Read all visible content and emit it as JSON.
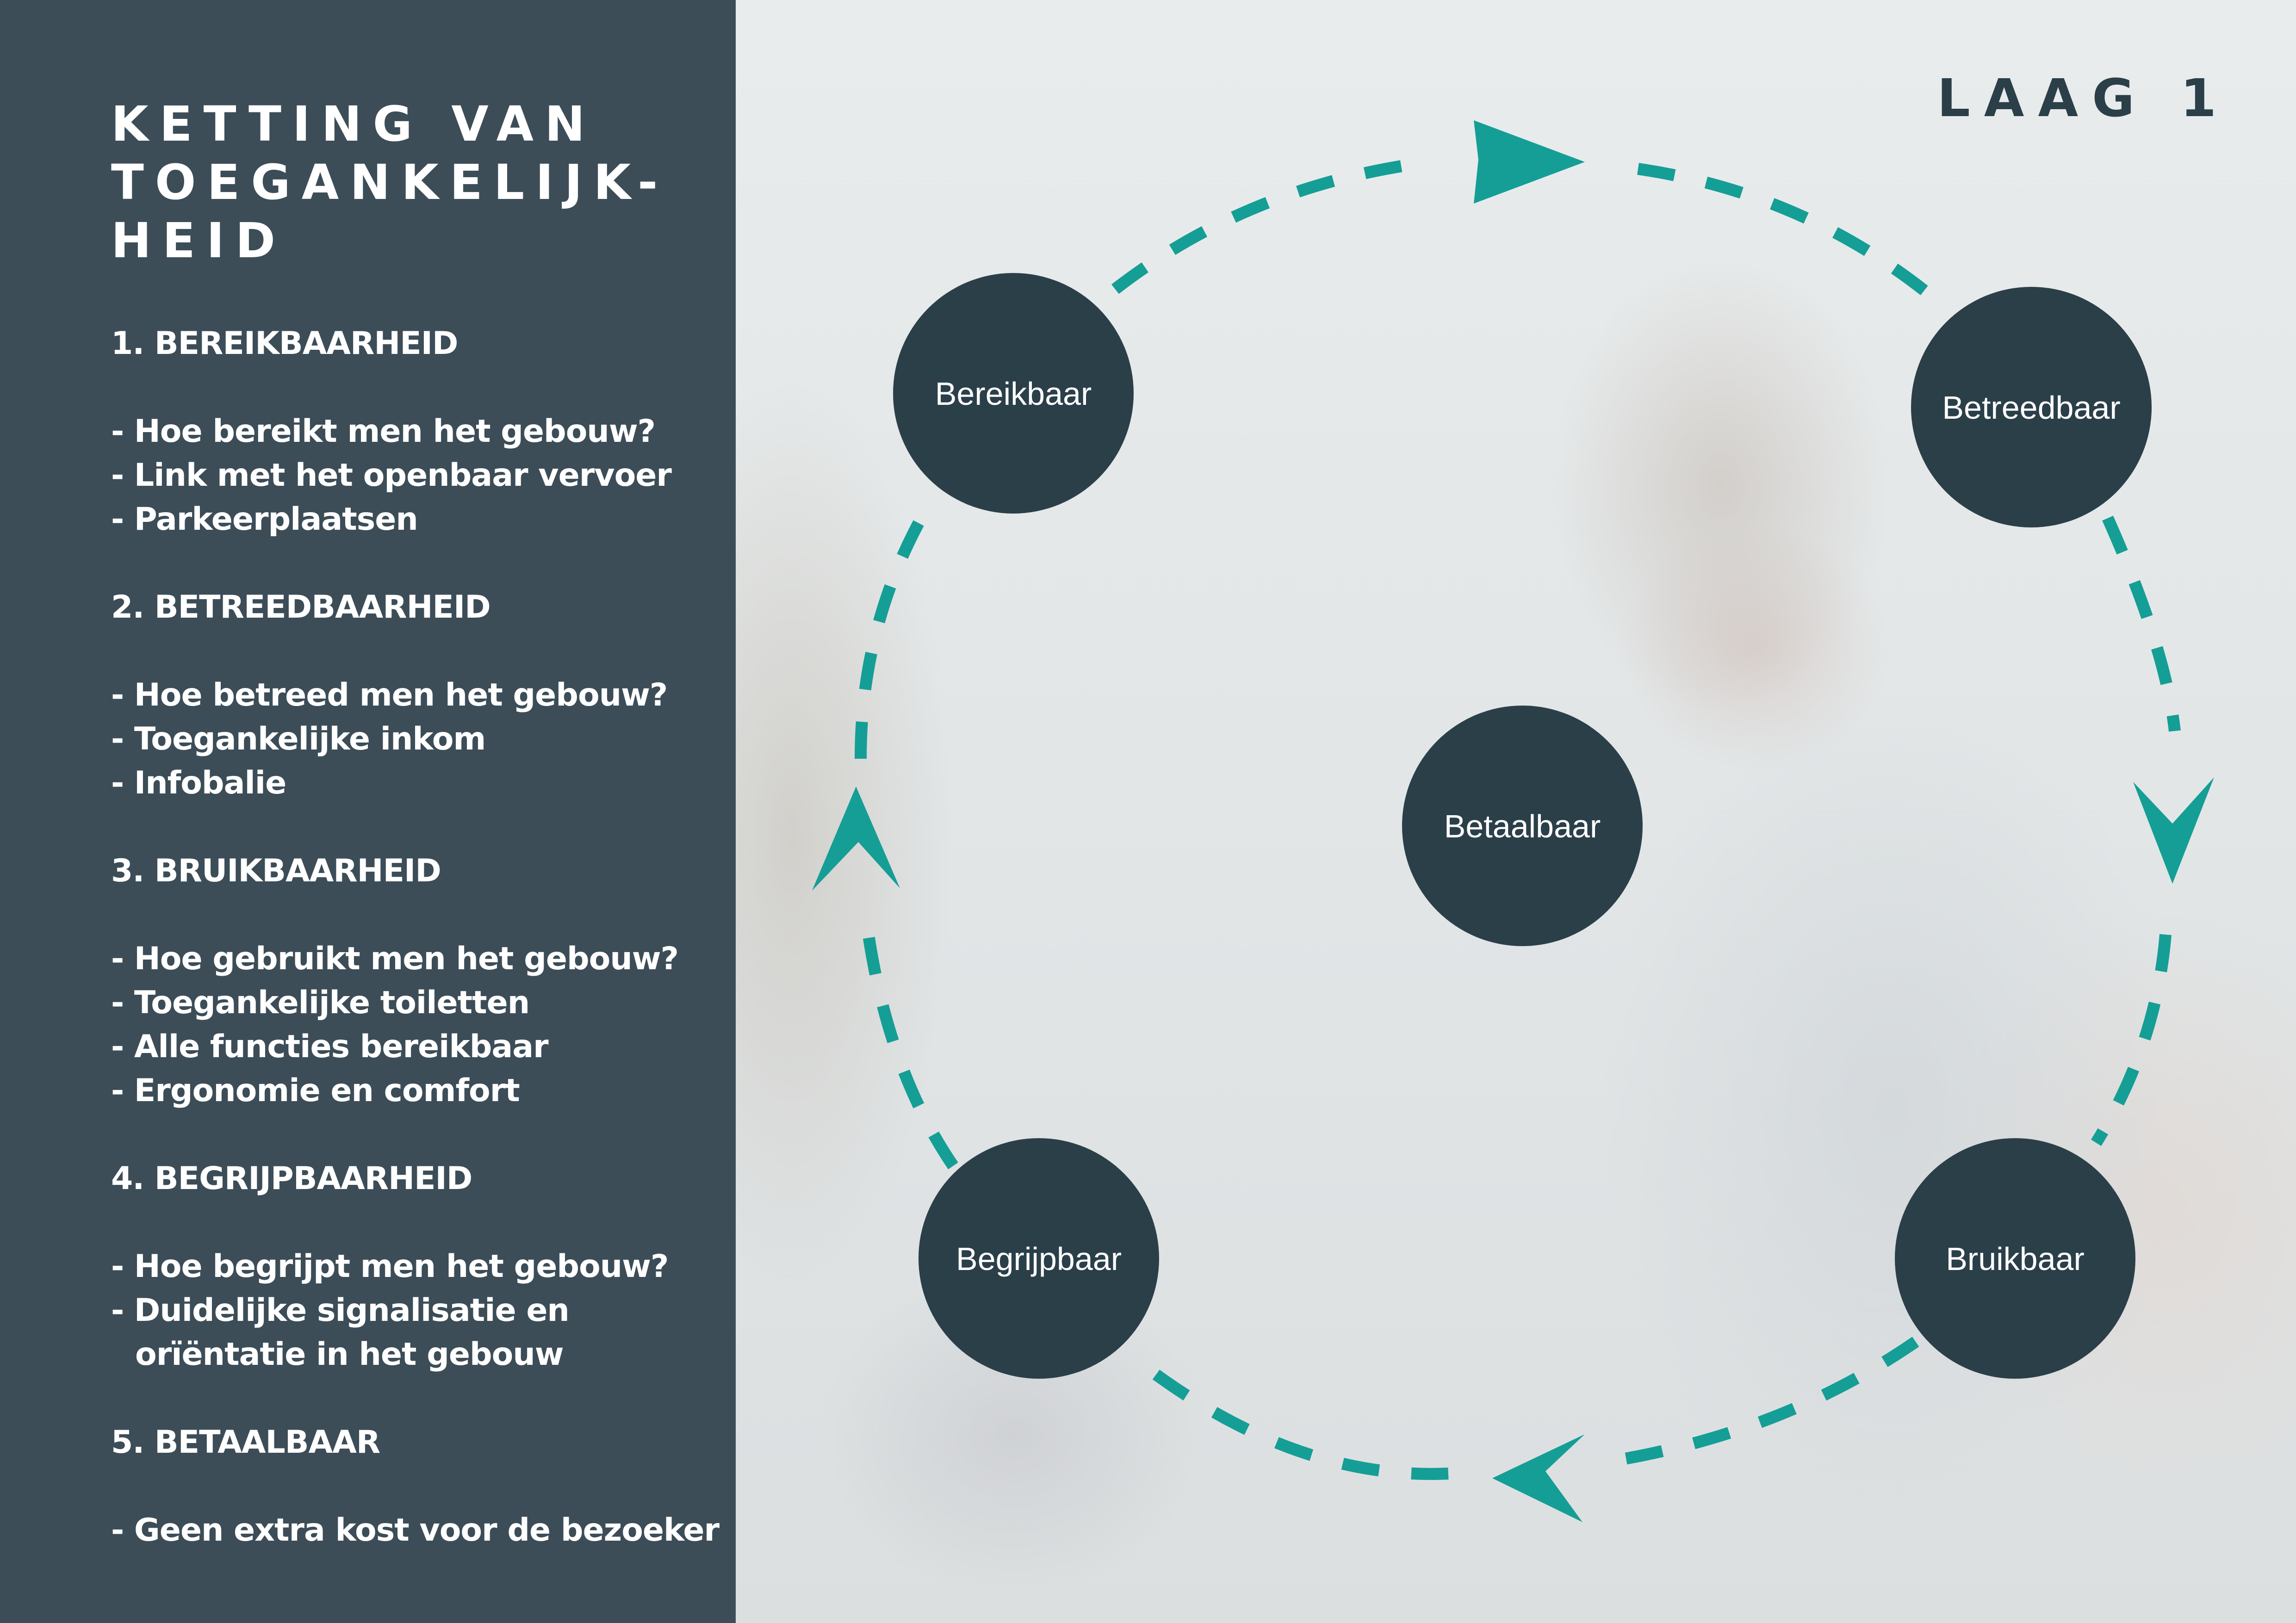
{
  "panel": {
    "title_lines": [
      "KETTING VAN",
      "TOEGANKELIJK-",
      "HEID"
    ],
    "sections": [
      {
        "heading": "1. BEREIKBAARHEID",
        "items": [
          "- Hoe bereikt men het gebouw?",
          "- Link met het openbaar vervoer",
          "- Parkeerplaatsen"
        ]
      },
      {
        "heading": "2. BETREEDBAARHEID",
        "items": [
          "- Hoe betreed men het gebouw?",
          "- Toegankelijke inkom",
          "- Infobalie"
        ]
      },
      {
        "heading": "3. BRUIKBAARHEID",
        "items": [
          "- Hoe gebruikt men het gebouw?",
          "- Toegankelijke toiletten",
          "- Alle functies bereikbaar",
          "- Ergonomie en comfort"
        ]
      },
      {
        "heading": "4. BEGRIJPBAARHEID",
        "items": [
          "- Hoe begrijpt men het gebouw?",
          "- Duidelijke signalisatie en",
          "orïëntatie in het gebouw"
        ]
      },
      {
        "heading": "5. BETAALBAAR",
        "items": [
          "- Geen extra kost voor de bezoeker"
        ]
      }
    ]
  },
  "layer_label": "LAAG 1",
  "diagram": {
    "nodes": {
      "bereikbaar": "Bereikbaar",
      "betreedbaar": "Betreedbaar",
      "bruikbaar": "Bruikbaar",
      "begrijpbaar": "Begrijpbaar",
      "betaalbaar": "Betaalbaar"
    },
    "colors": {
      "node_fill": "#2b3f49",
      "arrow": "#149e96",
      "panel": "#3c4d58"
    }
  }
}
